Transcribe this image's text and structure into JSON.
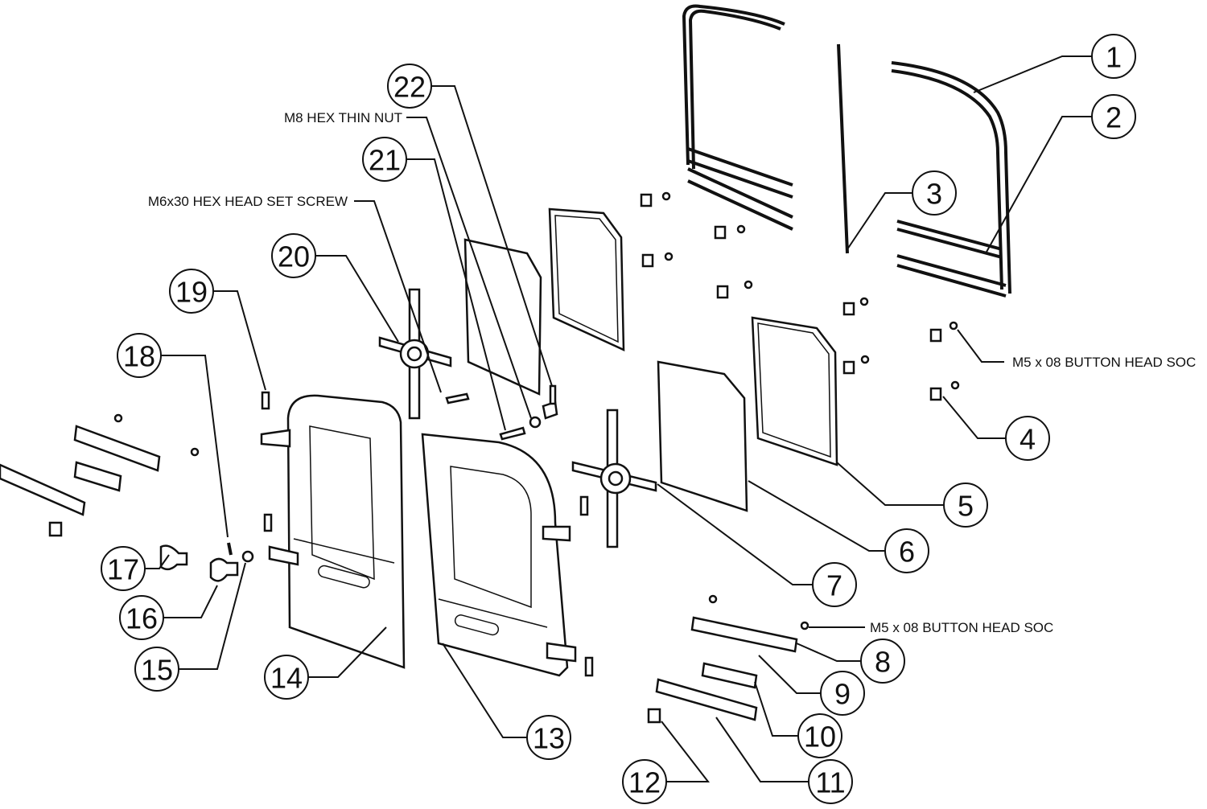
{
  "diagram": {
    "type": "exploded-parts-diagram",
    "callouts": [
      {
        "number": "1"
      },
      {
        "number": "2"
      },
      {
        "number": "3"
      },
      {
        "number": "4"
      },
      {
        "number": "5"
      },
      {
        "number": "6"
      },
      {
        "number": "7"
      },
      {
        "number": "8"
      },
      {
        "number": "9"
      },
      {
        "number": "10"
      },
      {
        "number": "11"
      },
      {
        "number": "12"
      },
      {
        "number": "13"
      },
      {
        "number": "14"
      },
      {
        "number": "15"
      },
      {
        "number": "16"
      },
      {
        "number": "17"
      },
      {
        "number": "18"
      },
      {
        "number": "19"
      },
      {
        "number": "20"
      },
      {
        "number": "21"
      },
      {
        "number": "22"
      }
    ],
    "text_labels": {
      "m8_nut": "M8 HEX THIN NUT",
      "m6_screw": "M6x30 HEX HEAD SET SCREW",
      "m5_upper": "M5 x 08 BUTTON HEAD SOC",
      "m5_lower": "M5 x 08 BUTTON HEAD SOC"
    }
  }
}
